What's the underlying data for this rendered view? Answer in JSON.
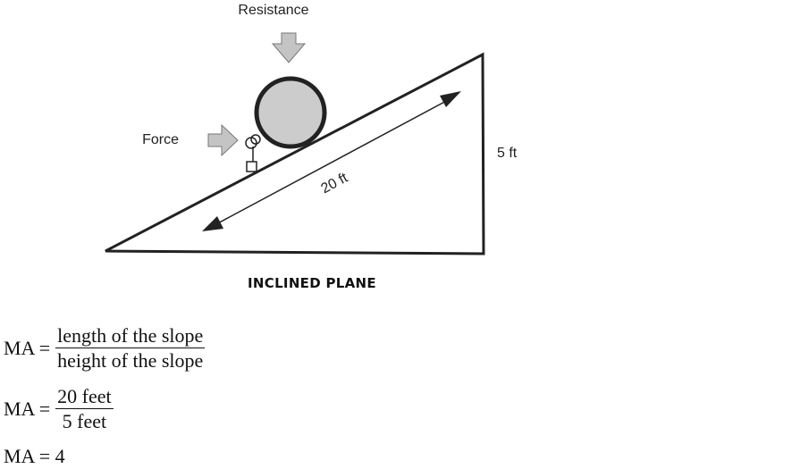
{
  "diagram": {
    "resistance_label": "Resistance",
    "force_label": "Force",
    "height_label": "5 ft",
    "slope_label": "20 ft",
    "caption": "INCLINED PLANE",
    "colors": {
      "outline": "#222222",
      "arrow_fill": "#c4c4c4",
      "ball_fill": "#cccccc",
      "background": "#ffffff"
    },
    "icons": {
      "resistance": "arrow-down-icon",
      "force": "arrow-right-icon"
    }
  },
  "formulas": {
    "line1": {
      "lhs": "MA =",
      "numerator": "length of the slope",
      "denominator": "height of the slope"
    },
    "line2": {
      "lhs": "MA =",
      "numerator": "20 feet",
      "denominator": "5 feet"
    },
    "line3": {
      "text": "MA = 4"
    }
  }
}
